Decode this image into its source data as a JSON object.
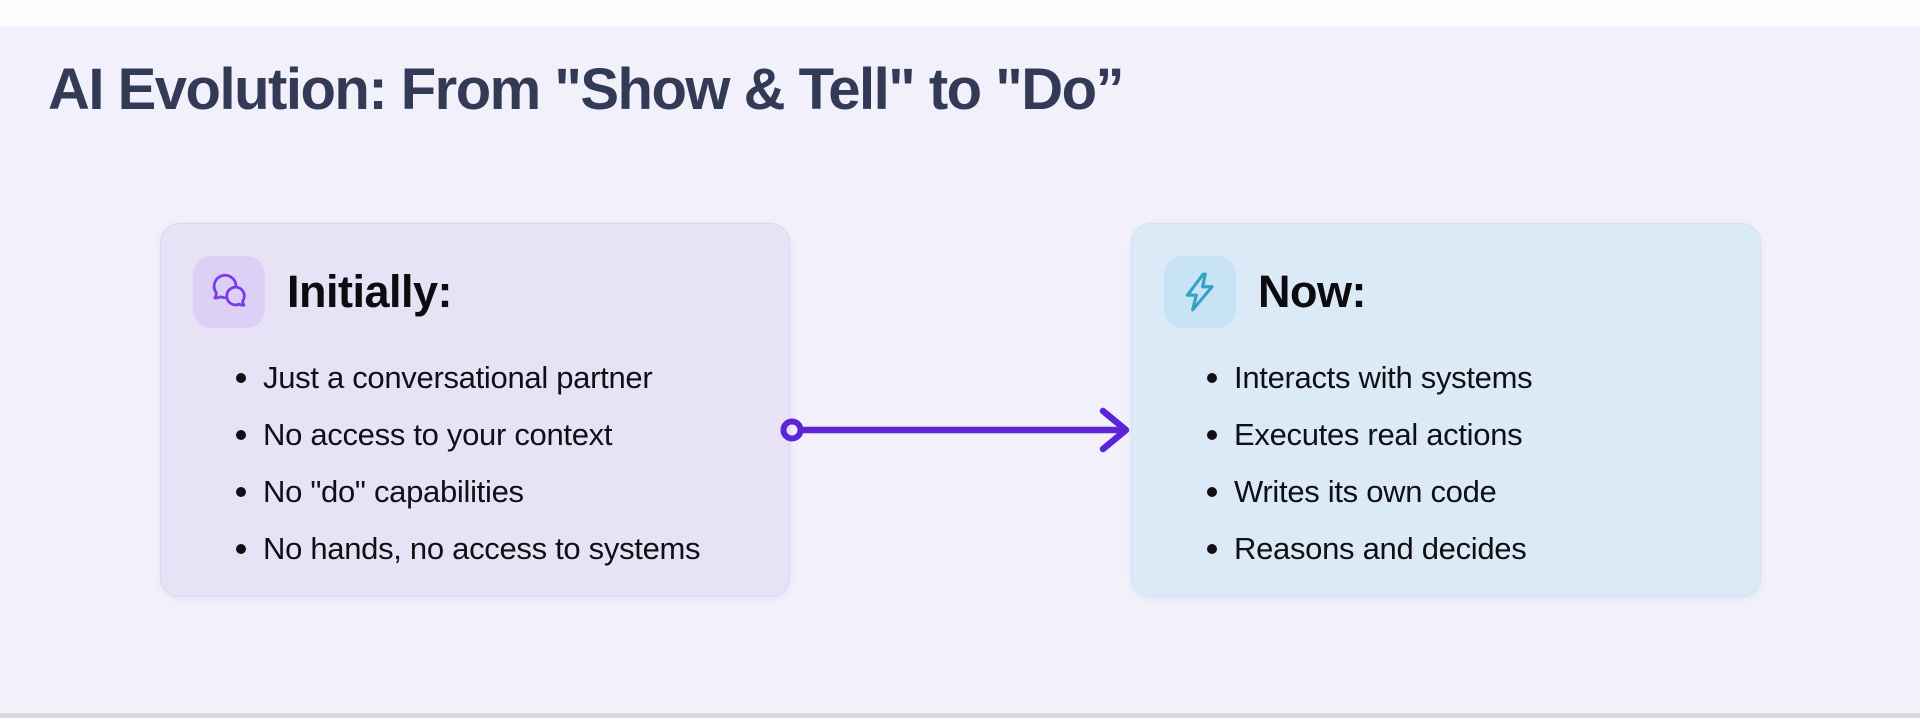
{
  "page": {
    "title": "AI Evolution: From \"Show & Tell\" to \"Do”"
  },
  "cards": {
    "before": {
      "heading": "Initially:",
      "icon": "chat-bubbles-icon",
      "bullets": [
        "Just a conversational partner",
        "No access to your context",
        "No \"do\" capabilities",
        "No hands, no access to systems"
      ]
    },
    "after": {
      "heading": "Now:",
      "icon": "lightning-bolt-icon",
      "bullets": [
        "Interacts with systems",
        "Executes real actions",
        "Writes its own code",
        "Reasons and decides"
      ]
    }
  },
  "connector": {
    "type": "arrow",
    "direction": "left-to-right",
    "style": "open-circle-start, chevron-end"
  },
  "colors": {
    "page_background": "#f1f0fb",
    "title_text": "#323a55",
    "before_card_background": "#e8e2f7",
    "before_badge_background": "#ddd0f7",
    "before_icon_stroke": "#7c3aed",
    "after_card_background": "#dceaf8",
    "after_badge_background": "#c9e3f6",
    "after_icon_stroke": "#35a3c4",
    "arrow": "#5b24d9",
    "body_text": "#101014"
  }
}
